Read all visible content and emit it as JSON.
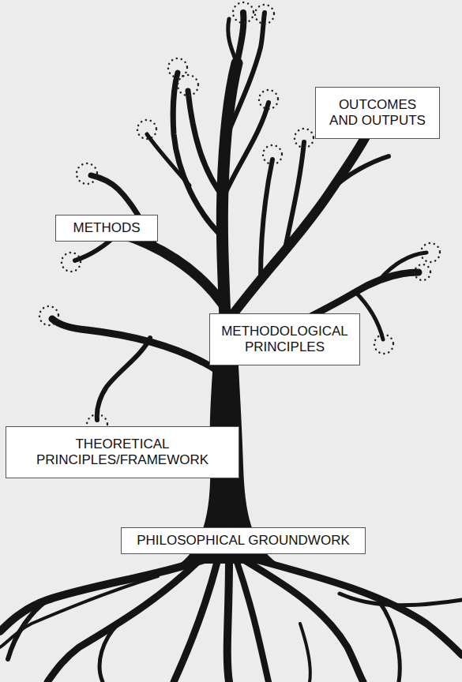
{
  "diagram": {
    "nodes": [
      {
        "text": [
          "OUTCOMES AND OUTPUTS"
        ]
      },
      {
        "text": [
          "METHODS"
        ]
      },
      {
        "text": [
          "METHODOLOGICAL PRINCIPLES"
        ]
      },
      {
        "text": [
          "THEORETICAL PRINCIPLES/FRAMEWORK"
        ]
      },
      {
        "text": [
          "PHILOSOPHICAL GROUNDWORK"
        ]
      }
    ]
  }
}
